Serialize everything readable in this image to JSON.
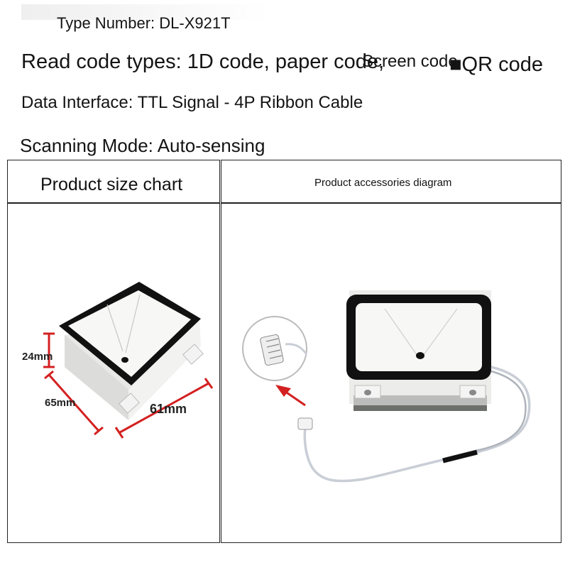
{
  "specs": {
    "type_number": "Type Number: DL-X921T",
    "read_code_types_main": "Read code types: 1D code, paper code,",
    "read_code_types_screen": "Screen code",
    "read_code_types_qr": "QR code",
    "qr_separator_glyph": "■",
    "data_interface": "Data Interface: TTL Signal - 4P Ribbon Cable",
    "scanning_mode": "Scanning Mode: Auto-sensing"
  },
  "table": {
    "left_header": "Product size chart",
    "right_header": "Product accessories diagram"
  },
  "dimensions": {
    "height_label": "24mm",
    "depth_label": "65mm",
    "width_label": "61mm"
  },
  "colors": {
    "dimension_arrows": "#d42020",
    "frame": "#111111",
    "window": "#f7f7f5",
    "cable": "#c9ced6"
  },
  "icons": [
    "red-arrow-icon",
    "connector-icon"
  ]
}
